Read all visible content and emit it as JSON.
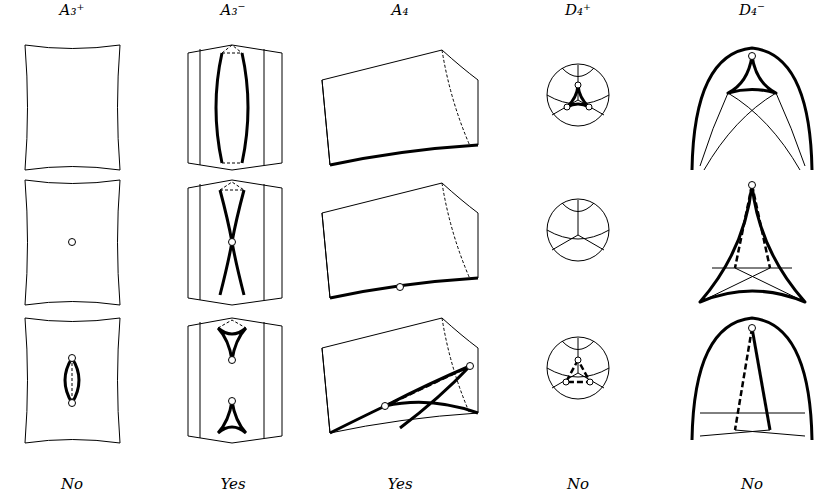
{
  "diagram": {
    "labels": [
      "A₃⁺",
      "A₃⁻",
      "A₄",
      "D₄⁺",
      "D₄⁻",
      "No",
      "Yes",
      "Yes",
      "No",
      "No"
    ]
  }
}
